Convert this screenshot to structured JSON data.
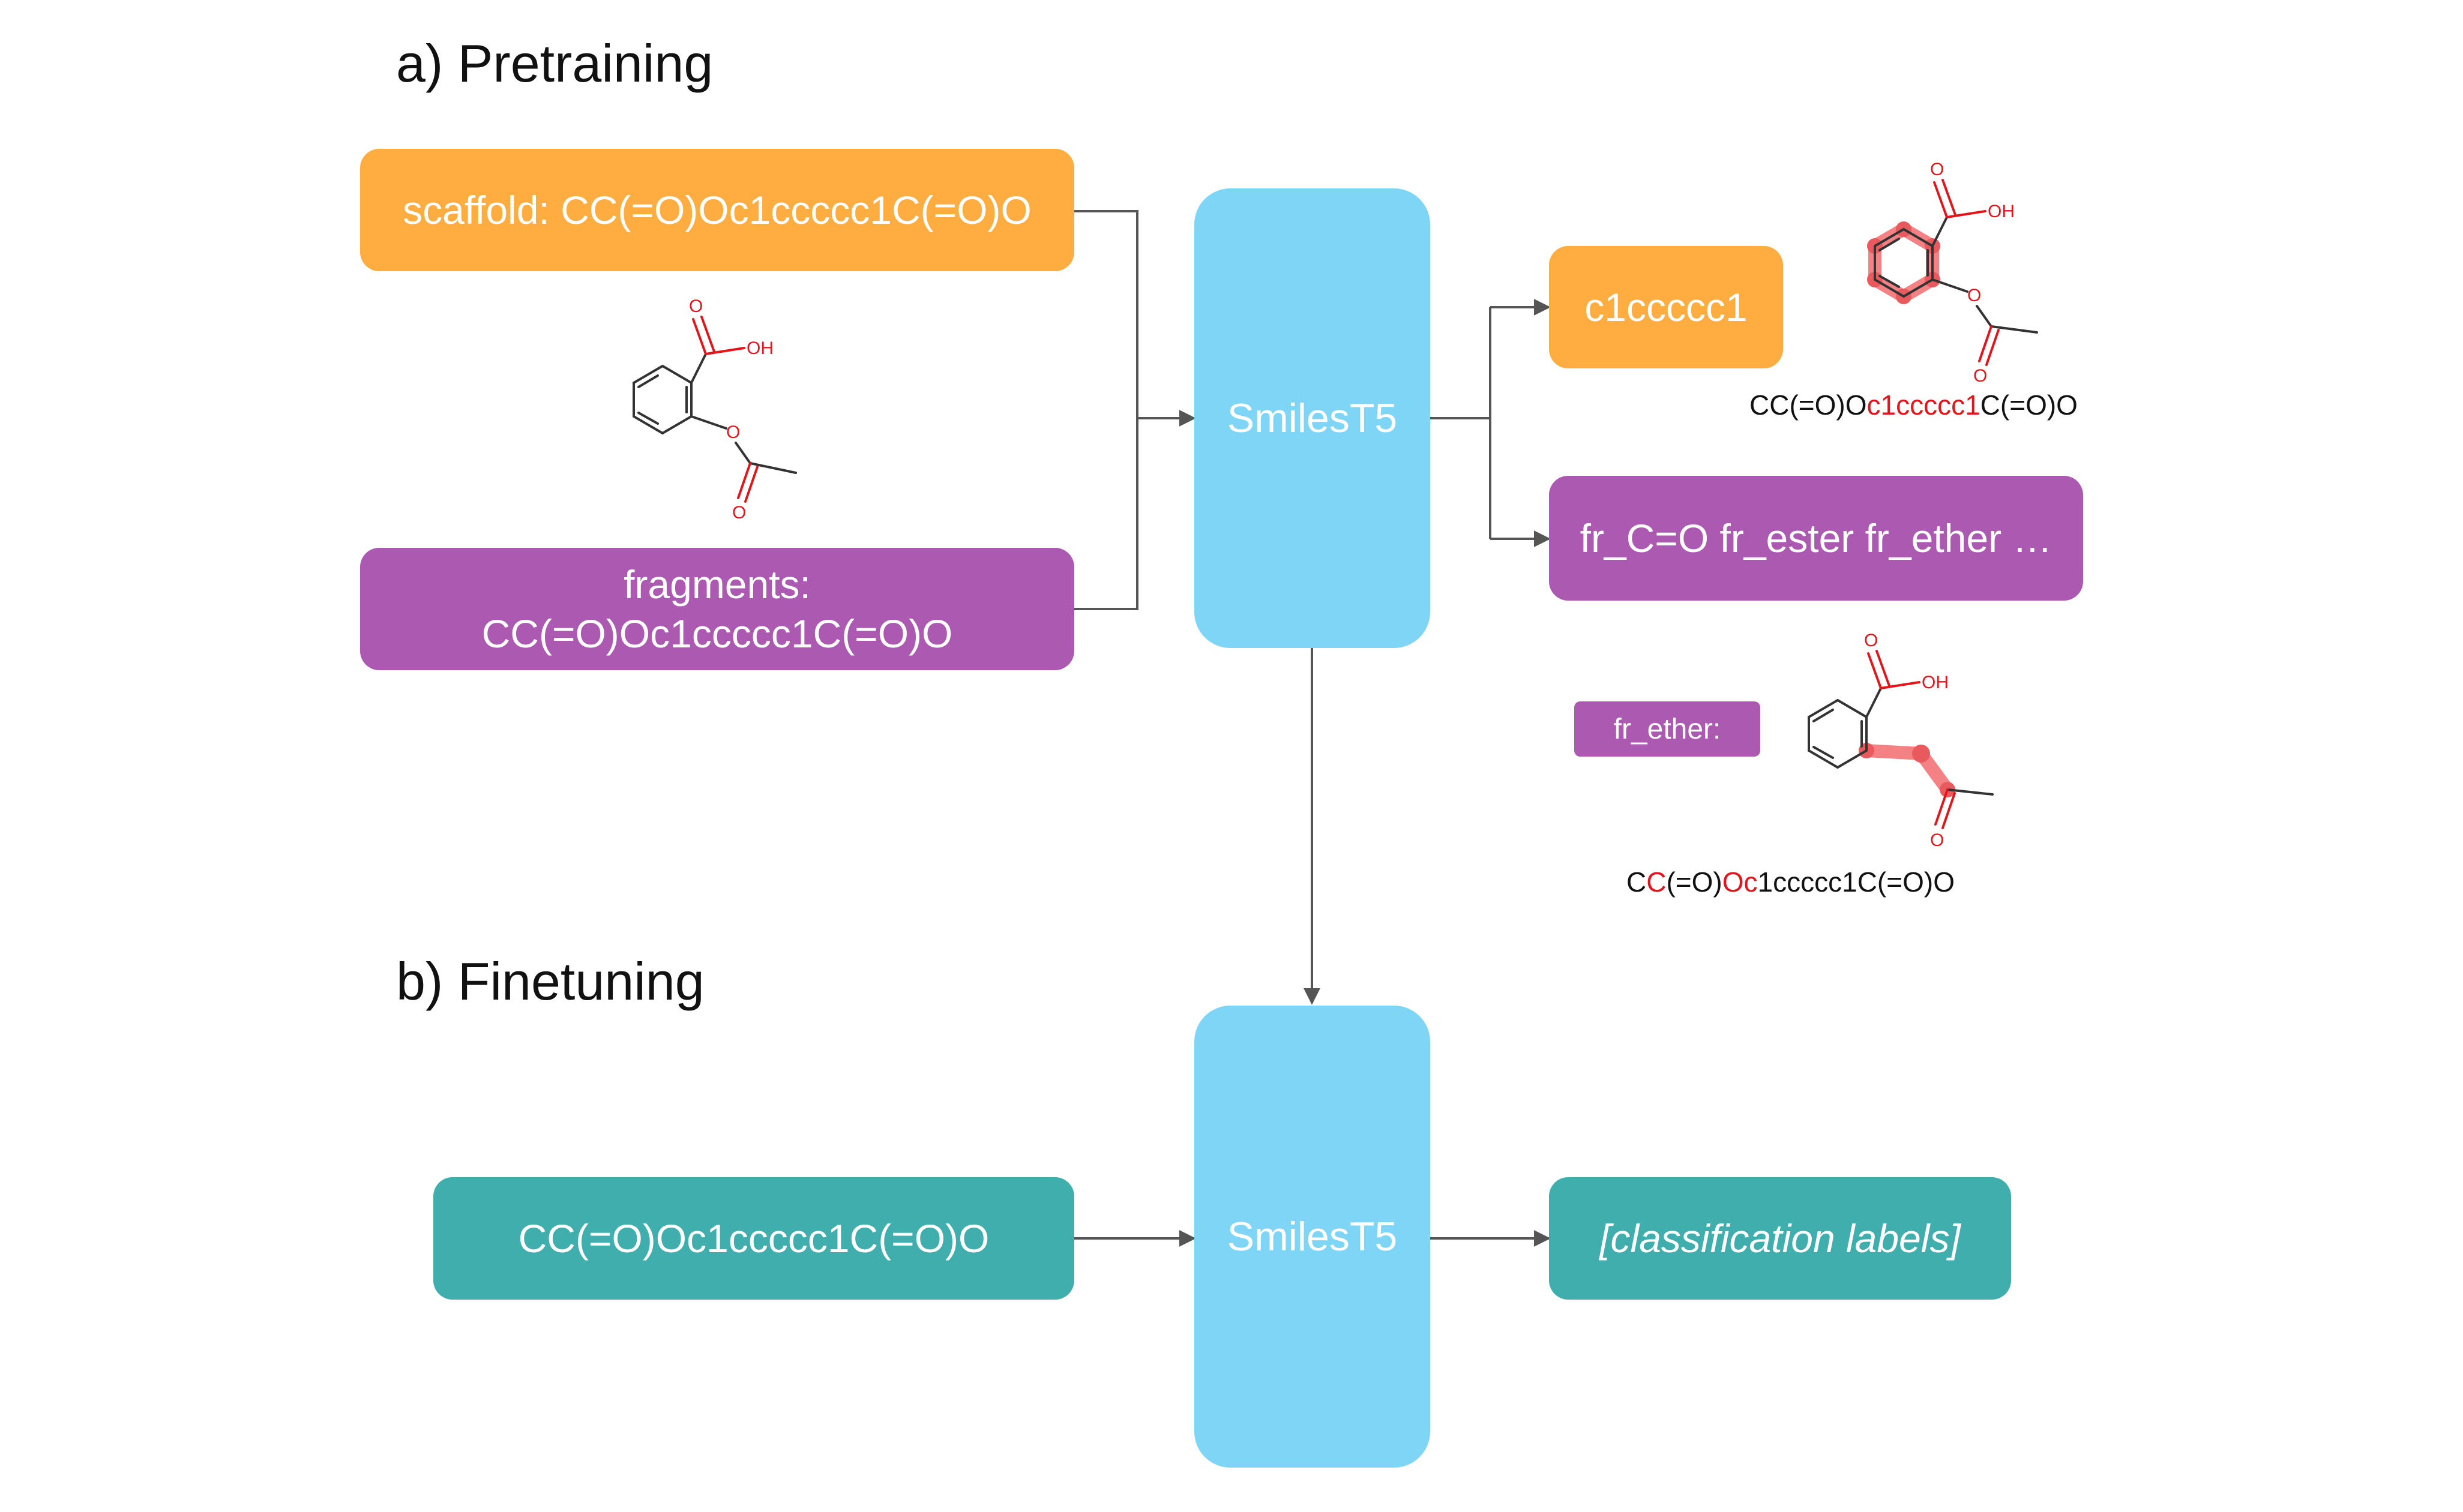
{
  "sections": {
    "pretraining": "a) Pretraining",
    "finetuning": "b) Finetuning"
  },
  "pretraining": {
    "scaffold_input": "scaffold: CC(=O)Oc1ccccc1C(=O)O",
    "fragments_label": "fragments:",
    "fragments_smiles": "CC(=O)Oc1ccccc1C(=O)O",
    "model": "SmilesT5",
    "scaffold_output": "c1ccccc1",
    "fragments_output": "fr_C=O fr_ester fr_ether …",
    "fr_ether_tag": "fr_ether:",
    "scaffold_caption": {
      "before": "CC(=O)O",
      "highlight": "c1ccccc1",
      "after": "C(=O)O"
    },
    "ether_caption": {
      "p1": "C",
      "p2": "C",
      "p3": "(=O)",
      "p4": "Oc",
      "p5": "1ccccc1C(=O)O"
    }
  },
  "finetuning": {
    "input": "CC(=O)Oc1ccccc1C(=O)O",
    "model": "SmilesT5",
    "output": "[classification labels]"
  },
  "molecule_labels": {
    "o": "O",
    "oh": "OH"
  },
  "colors": {
    "orange": "#ffad40",
    "purple": "#ab59b1",
    "teal": "#3faead",
    "model_blue": "#7fd5f5",
    "highlight_red": "#e3151a"
  }
}
